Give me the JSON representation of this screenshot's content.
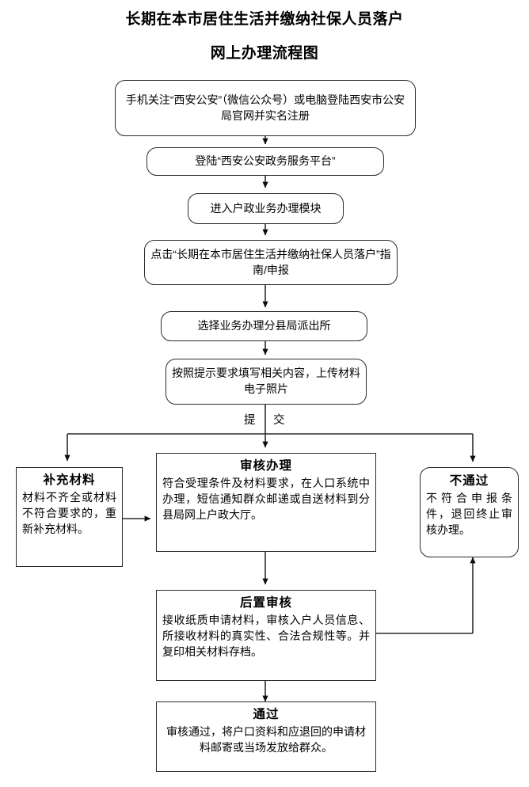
{
  "title": {
    "line1": "长期在本市居住生活并缴纳社保人员落户",
    "line2": "网上办理流程图"
  },
  "edge_labels": {
    "submit_left": "提",
    "submit_right": "交"
  },
  "nodes": {
    "step1": {
      "text": "手机关注“西安公安”（微信公众号）或电脑登陆西安市公安局官网并实名注册"
    },
    "step2": {
      "text": "登陆“西安公安政务服务平台”"
    },
    "step3": {
      "text": "进入户政业务办理模块"
    },
    "step4": {
      "text": "点击“长期在本市居住生活并缴纳社保人员落户”指南/申报"
    },
    "step5": {
      "text": "选择业务办理分县局派出所"
    },
    "step6": {
      "text": "按照提示要求填写相关内容，上传材料电子照片"
    },
    "supplement": {
      "heading": "补充材料",
      "body": "材料不齐全或材料不符合要求的，重新补充材料。"
    },
    "review": {
      "heading": "审核办理",
      "body": "符合受理条件及材料要求，在人口系统中办理，短信通知群众邮递或自送材料到分县局网上户政大厅。"
    },
    "rejected": {
      "heading": "不通过",
      "body": "不符合申报条件，退回终止审核办理。"
    },
    "post_review": {
      "heading": "后置审核",
      "body": "接收纸质申请材料，审核入户人员信息、所接收材料的真实性、合法合规性等。并复印相关材料存档。"
    },
    "passed": {
      "heading": "通过",
      "body": "审核通过，将户口资料和应退回的申请材料邮寄或当场发放给群众。"
    }
  },
  "colors": {
    "stroke": "#2b2b2b",
    "text": "#000000",
    "background": "#ffffff"
  }
}
